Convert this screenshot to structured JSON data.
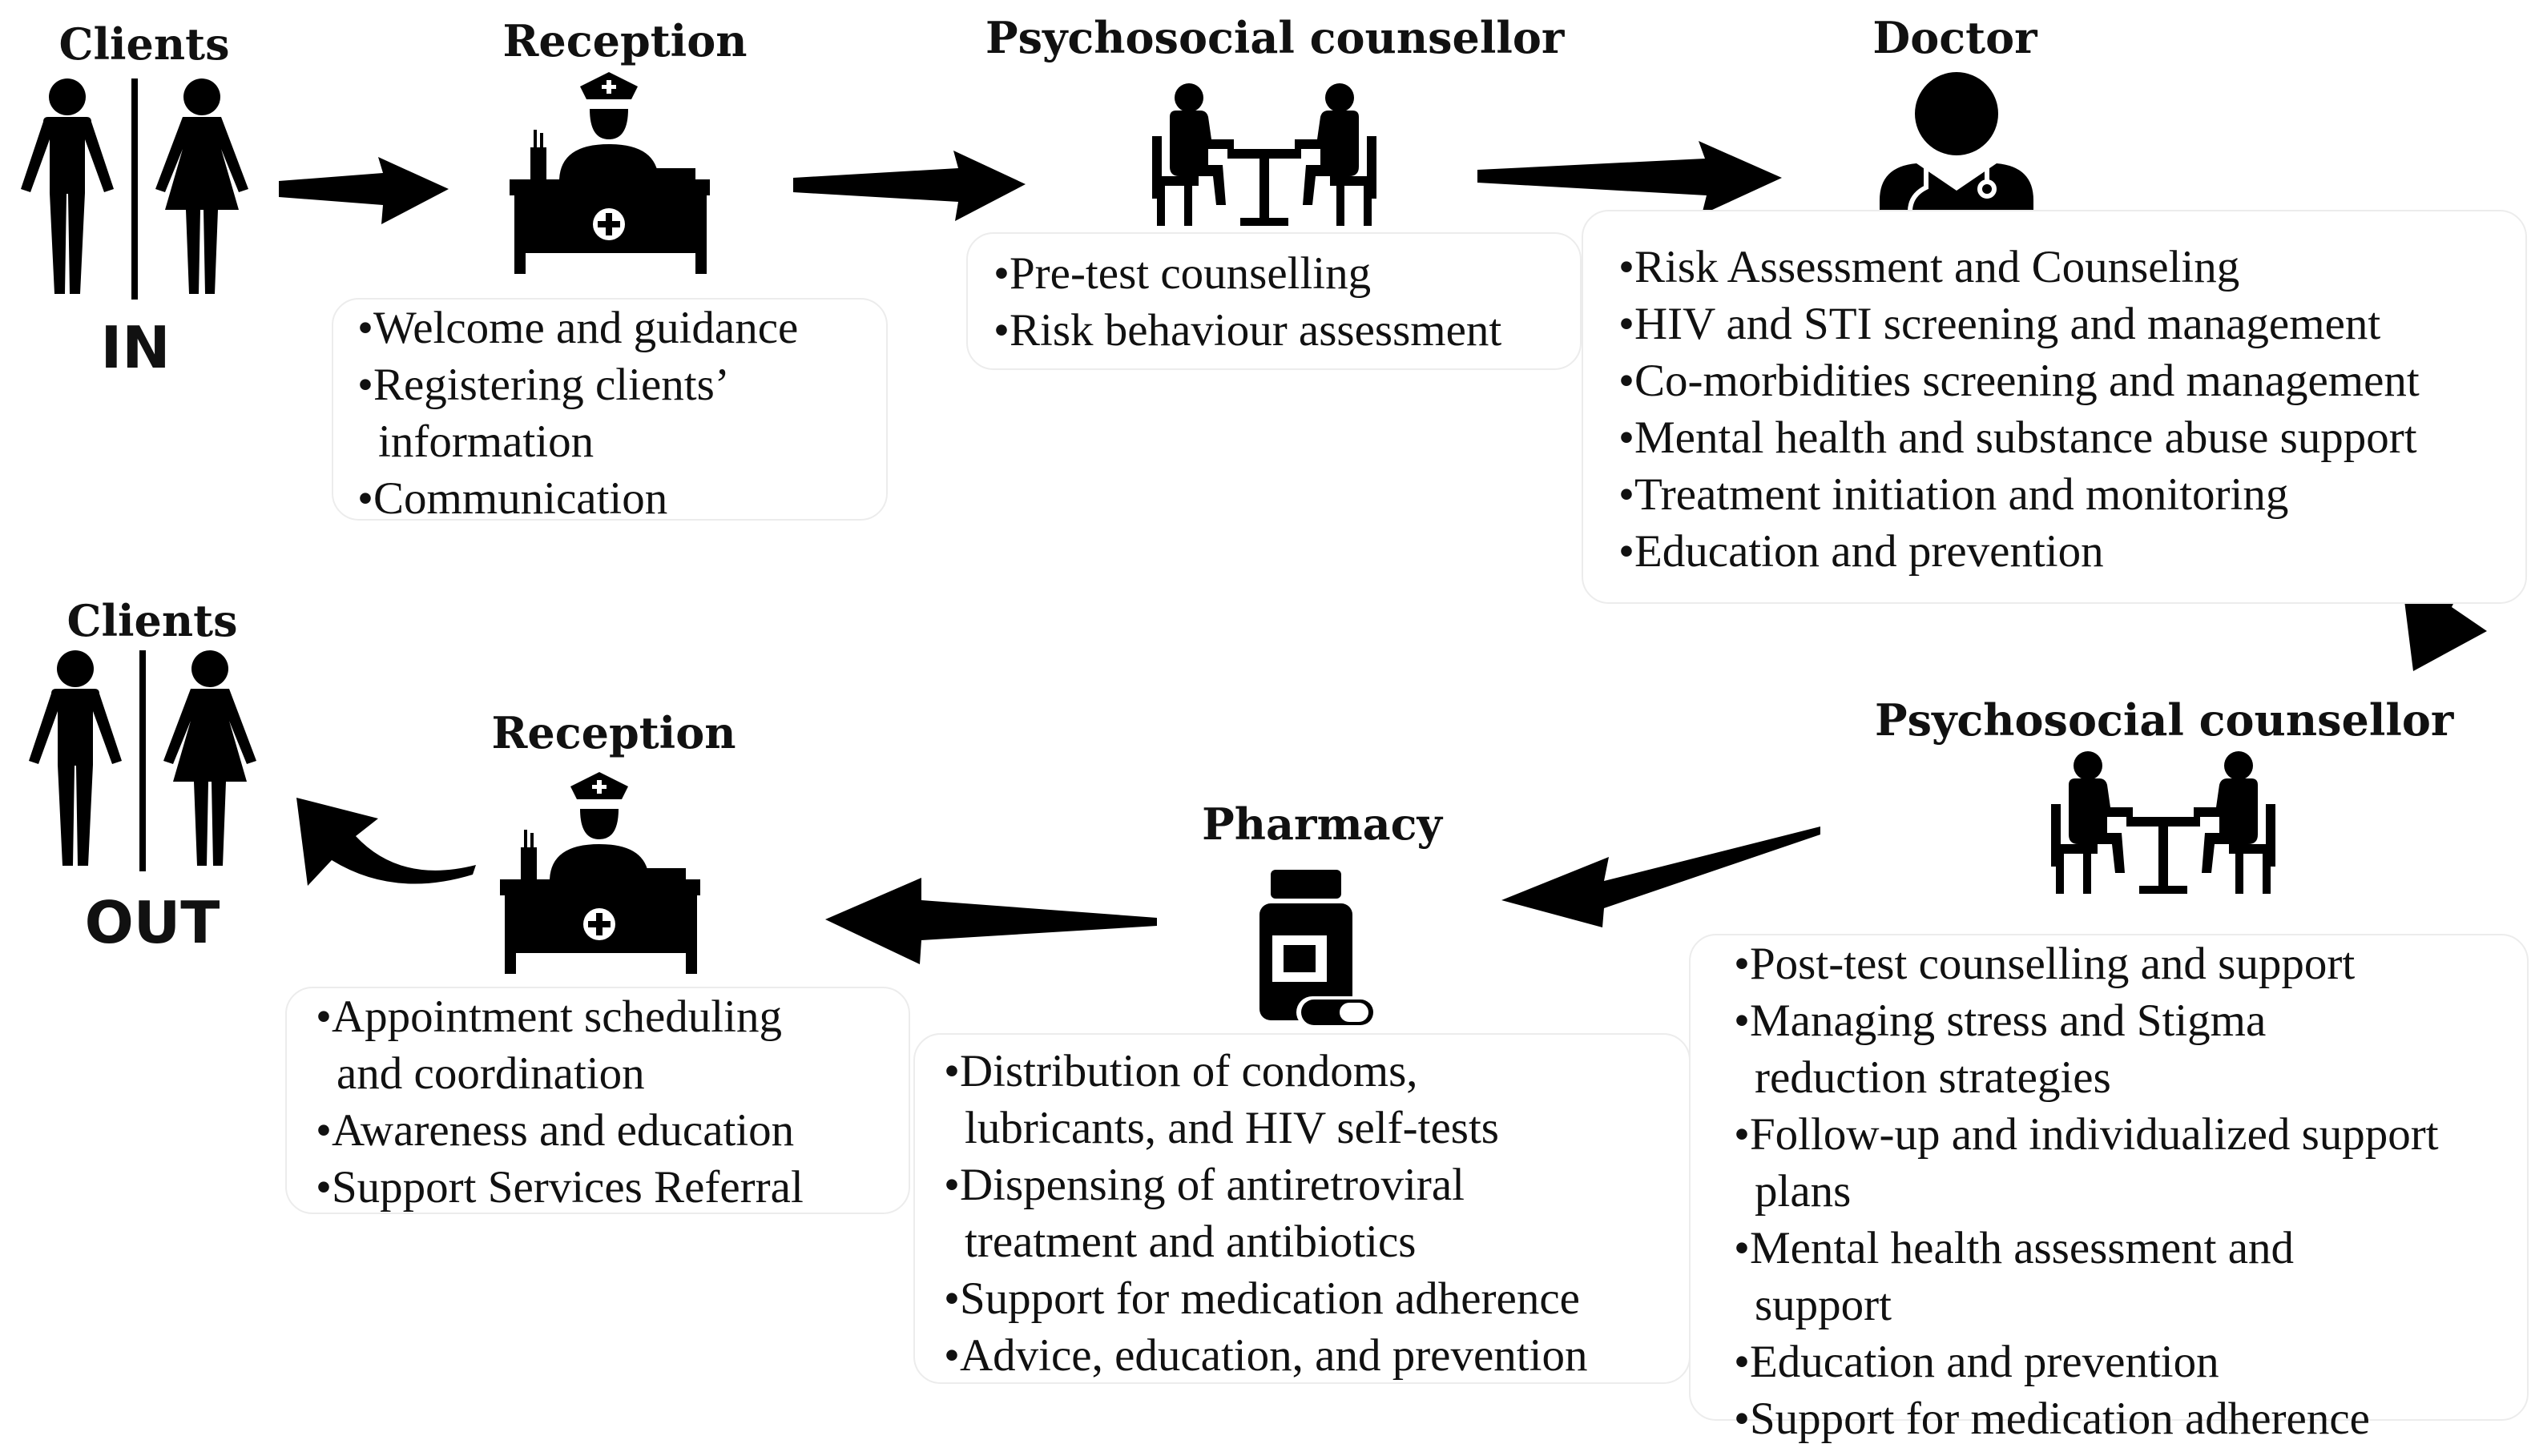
{
  "clients_in": {
    "title": "Clients",
    "label": "IN"
  },
  "clients_out": {
    "title": "Clients",
    "label": "OUT"
  },
  "reception_in": {
    "title": "Reception",
    "items": [
      "Welcome and guidance",
      "Registering clients’",
      "information",
      "Communication"
    ]
  },
  "counsellor_pre": {
    "title": "Psychosocial counsellor",
    "items": [
      "Pre-test counselling",
      "Risk behaviour assessment"
    ]
  },
  "doctor": {
    "title": "Doctor",
    "items": [
      "Risk Assessment and Counseling",
      "HIV and STI screening and management",
      "Co-morbidities screening and management",
      "Mental health and substance abuse support",
      "Treatment initiation and monitoring",
      "Education and prevention"
    ]
  },
  "counsellor_post": {
    "title": "Psychosocial counsellor",
    "items": [
      "Post-test counselling and support",
      "Managing stress and Stigma",
      "reduction strategies",
      "Follow-up and individualized support",
      "plans",
      "Mental health assessment and",
      "support",
      "Education and prevention",
      "Support for medication adherence"
    ]
  },
  "pharmacy": {
    "title": "Pharmacy",
    "items": [
      "Distribution of condoms,",
      "lubricants, and HIV self-tests",
      "Dispensing of antiretroviral",
      "treatment and antibiotics",
      "Support for medication adherence",
      "Advice, education, and prevention"
    ]
  },
  "reception_out": {
    "title": "Reception",
    "items": [
      "Appointment scheduling",
      "and coordination",
      "Awareness and education",
      "Support Services Referral"
    ]
  }
}
